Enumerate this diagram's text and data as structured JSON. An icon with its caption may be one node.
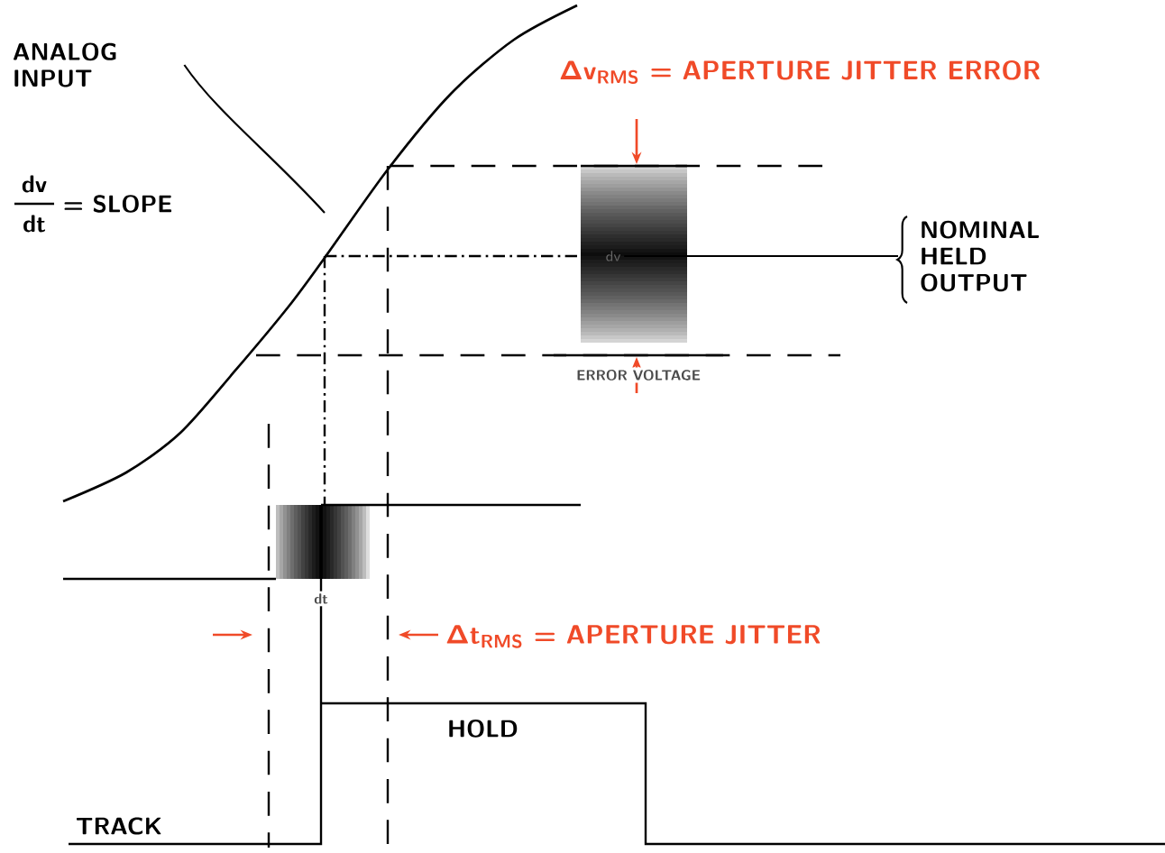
{
  "diagram": {
    "nodes": [
      {
        "text": [
          "ANALOG INPUT"
        ]
      },
      {
        "text": [
          "dv"
        ]
      },
      {
        "text": [
          "NOMINAL HELD OUTPUT"
        ]
      }
    ],
    "edges": [
      {
        "from": 0,
        "to": null,
        "arrow": "none"
      },
      {
        "from": 1,
        "to": 2,
        "arrow": "none"
      }
    ],
    "labels": [
      "Δv$_{RMS}$ = APERTURE JITTER ERROR",
      "dv",
      "dt",
      "= SLOPE",
      "ERROR VOLTAGE",
      "dt",
      "Δt$_{RMS}$ = APERTURE JITTER",
      "HOLD",
      "TRACK"
    ]
  }
}
